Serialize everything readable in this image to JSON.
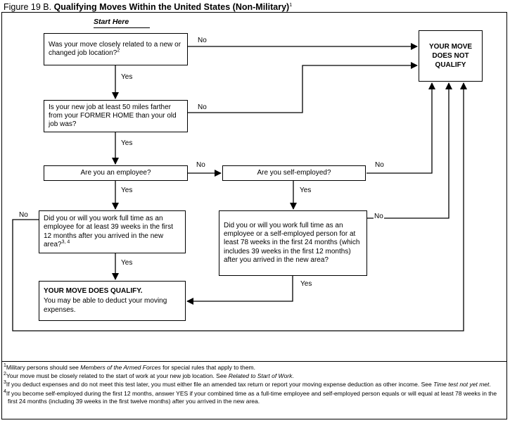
{
  "title": {
    "prefix": "Figure 19 B. ",
    "main": "Qualifying Moves Within the United States (Non-Military)",
    "sup": "1"
  },
  "start_here": "Start Here",
  "labels": {
    "yes": "Yes",
    "no": "No"
  },
  "boxes": {
    "q1": {
      "text": "Was your move closely related to a new or changed job location?",
      "sup": "2"
    },
    "q2": {
      "text": "Is your new job at least 50 miles farther from your FORMER HOME than your old job was?"
    },
    "q3": {
      "text": "Are you an employee?"
    },
    "q4": {
      "text": "Are you self-employed?"
    },
    "q5": {
      "text": "Did you or will you work full time as an employee for at least 39 weeks in the first 12 months after you arrived in the new area?",
      "sup": "3, 4"
    },
    "q6": {
      "text": "Did you or will you work full time as an employee or a self-employed person for at least 78 weeks in the first 24 months (which includes 39 weeks in the first 12 months) after you arrived in the new area?"
    },
    "qualify": {
      "heading": "YOUR MOVE DOES QUALIFY.",
      "body": "You may be able to deduct your moving expenses."
    },
    "not_qualify": {
      "text": "YOUR MOVE DOES NOT QUALIFY"
    }
  },
  "footnotes": [
    {
      "sup": "1",
      "pre": "Military persons should see ",
      "em": "Members of the Armed Forces",
      "post": " for special rules that apply to them."
    },
    {
      "sup": "2",
      "pre": "Your move must be closely related to the start of work at your new job location. See ",
      "em": "Related to Start of Work",
      "post": "."
    },
    {
      "sup": "3",
      "pre": "If you deduct expenses and do not meet this test later, you must either file an amended tax return or report your moving expense deduction as other income. See ",
      "em": "Time test not yet met",
      "post": "."
    },
    {
      "sup": "4",
      "pre": "If you become self-employed during the first 12 months, answer YES if your combined time as a full-time employee and self-employed person equals or will equal at least 78 weeks in the first 24 months (including 39 weeks in the first twelve months) after you arrived in the new area.",
      "em": "",
      "post": ""
    }
  ]
}
